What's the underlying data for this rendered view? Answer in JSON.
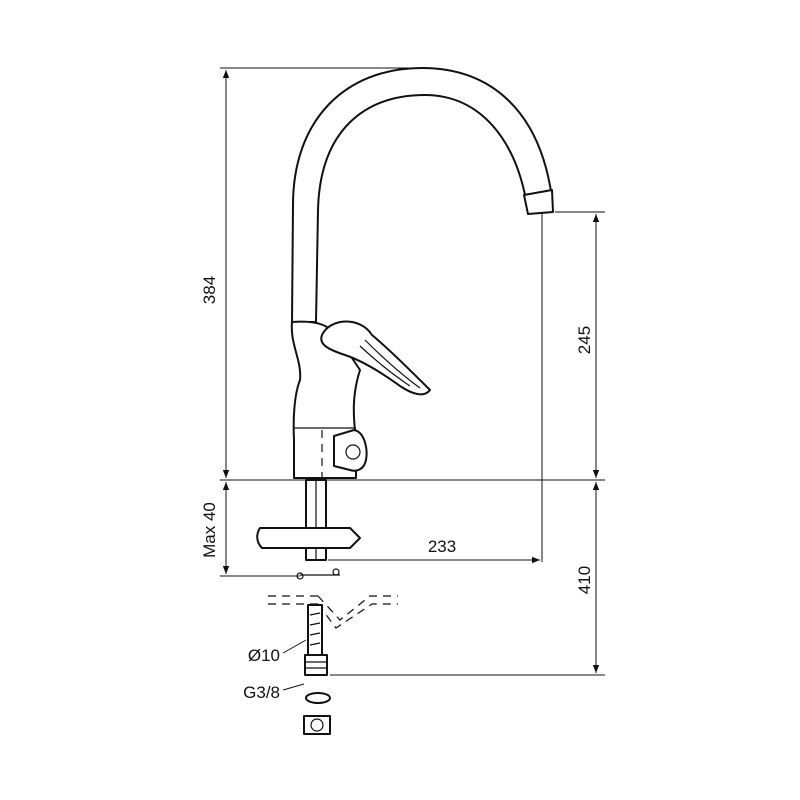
{
  "diagram": {
    "line_color": "#111111",
    "background": "#ffffff",
    "dimensions": {
      "overall_height": "384",
      "spout_height": "245",
      "spout_reach": "233",
      "max_deck_thickness": "Max 40",
      "hose_length": "410",
      "tube_diameter": "Ø10",
      "connection_thread": "G3/8"
    }
  }
}
